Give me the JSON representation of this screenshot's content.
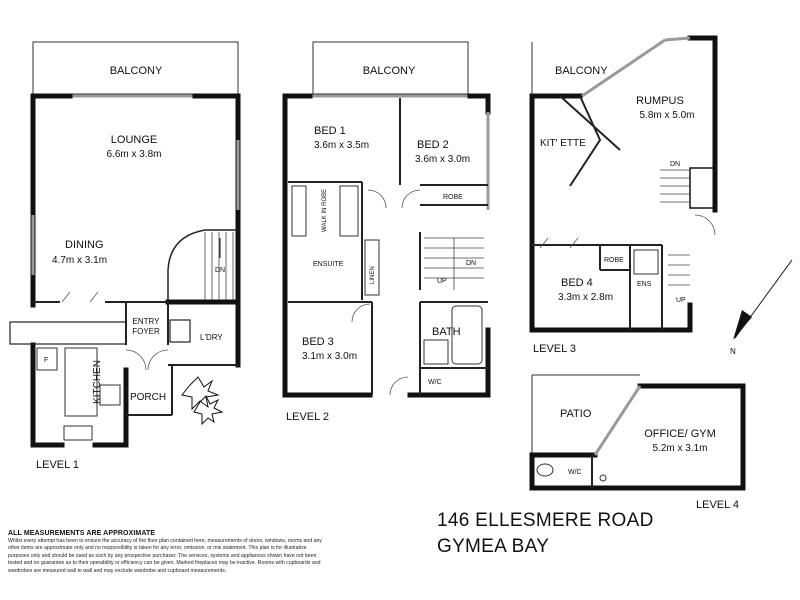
{
  "levels": {
    "level1": {
      "label": "LEVEL 1",
      "rooms": {
        "balcony": "BALCONY",
        "lounge": "LOUNGE",
        "lounge_size": "6.6m x 3.8m",
        "dining": "DINING",
        "dining_size": "4.7m x 3.1m",
        "stair_dn": "DN",
        "entry_line1": "ENTRY",
        "entry_line2": "FOYER",
        "laundry": "L'DRY",
        "kitchen": "KITCHEN",
        "fridge": "F",
        "porch": "PORCH"
      }
    },
    "level2": {
      "label": "LEVEL 2",
      "rooms": {
        "balcony": "BALCONY",
        "bed1": "BED 1",
        "bed1_size": "3.6m x 3.5m",
        "bed2": "BED 2",
        "bed2_size": "3.6m x 3.0m",
        "robe": "ROBE",
        "walk_in_robe": "WALK IN ROBE",
        "ensuite": "ENSUITE",
        "linen": "LINEN",
        "stair_up": "UP",
        "stair_dn": "DN",
        "bed3": "BED 3",
        "bed3_size": "3.1m x 3.0m",
        "bath": "BATH",
        "wc": "W/C"
      }
    },
    "level3": {
      "label": "LEVEL 3",
      "rooms": {
        "balcony": "BALCONY",
        "rumpus": "RUMPUS",
        "rumpus_size": "5.8m x 5.0m",
        "kitchenette": "KIT' ETTE",
        "stair_dn": "DN",
        "bed4": "BED 4",
        "bed4_size": "3.3m x 2.8m",
        "robe": "ROBE",
        "ens": "ENS",
        "stair_up": "UP"
      }
    },
    "level4": {
      "label": "LEVEL 4",
      "rooms": {
        "patio": "PATIO",
        "office": "OFFICE/ GYM",
        "office_size": "5.2m x 3.1m",
        "wc": "W/C"
      }
    }
  },
  "north": "N",
  "address": {
    "line1": "146 ELLESMERE ROAD",
    "line2": "GYMEA BAY"
  },
  "disclaimer": {
    "title": "ALL MEASUREMENTS ARE APPROXIMATE",
    "body": "Whilst every attempt has been to ensure the accuracy of the floor plan contained here, measurements of doors, windows, rooms and any other items are approximate only and no responsibility is taken for any error, omission, or mis statement. This plan is for illustrative purposes only and should be used as such by any prospective purchaser. The services, systems and appliances shown have not been tested and no guarantee as to their operability or efficiency can be given. Marked fireplaces may be inactive. Rooms with cupboards and wardrobes are measured wall to wall and may exclude wardrobe and cupboard measurements."
  },
  "colors": {
    "wall": "#111111",
    "line": "#222222",
    "window": "#9a9a9a",
    "background": "#ffffff"
  }
}
